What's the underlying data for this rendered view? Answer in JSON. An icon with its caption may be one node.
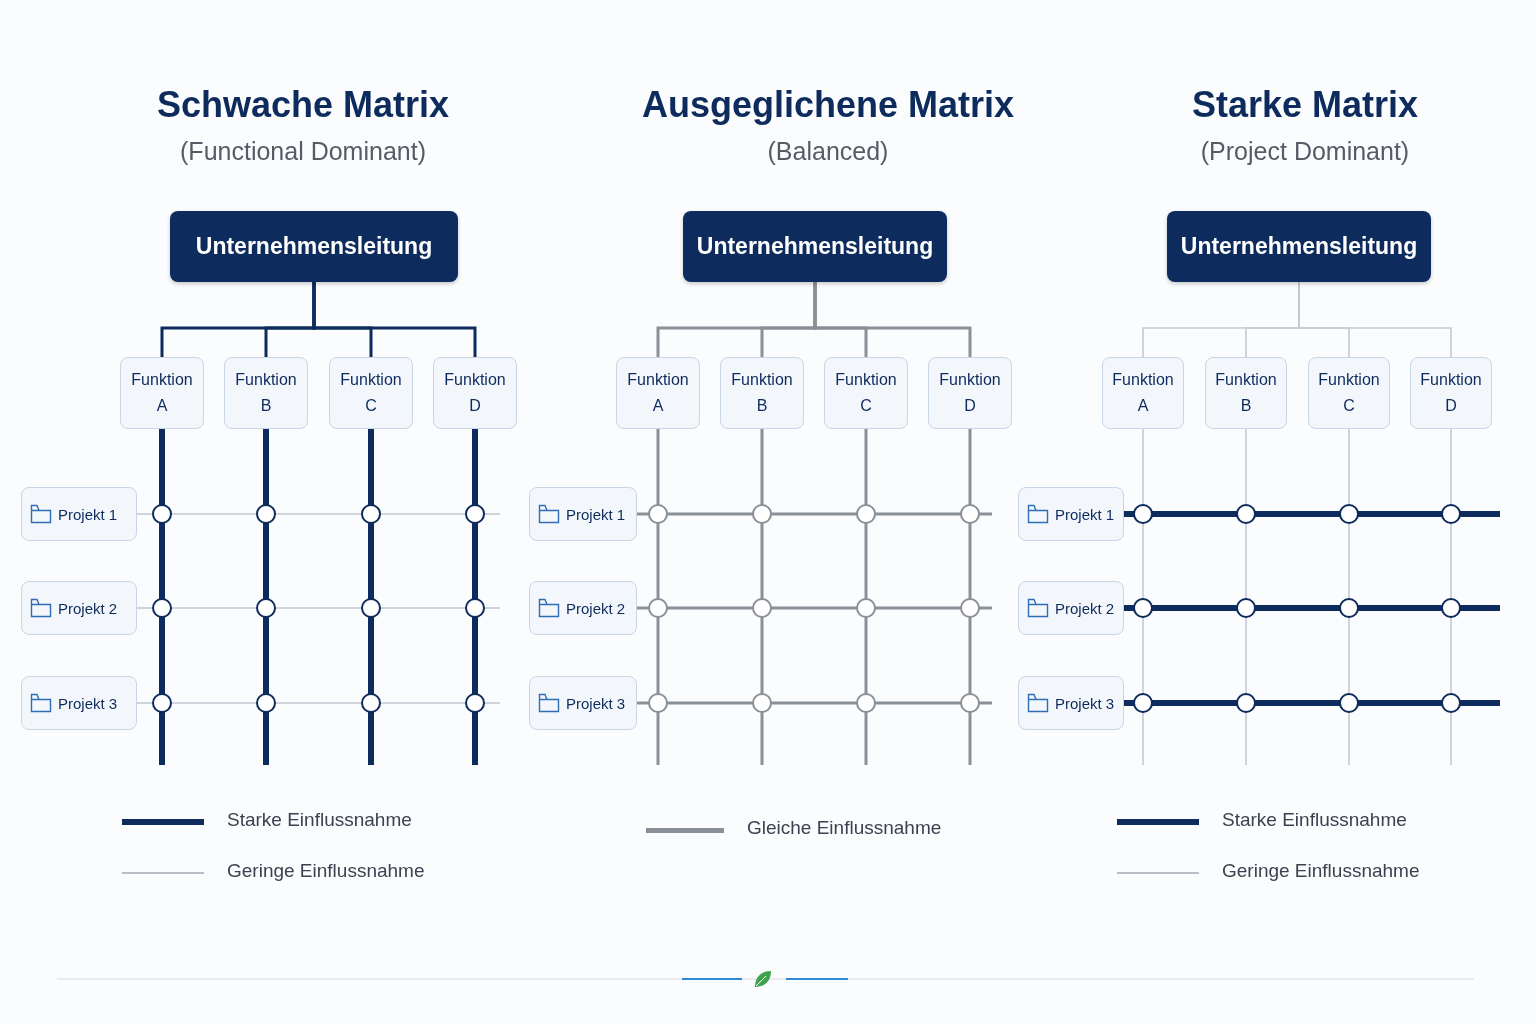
{
  "diagram": {
    "nodes": [
      {
        "text": [
          "Unternehmensleitung"
        ]
      },
      {
        "text": [
          "Funktion A"
        ]
      },
      {
        "text": [
          "Funktion B"
        ]
      },
      {
        "text": [
          "Funktion C"
        ]
      },
      {
        "text": [
          "Funktion D"
        ]
      },
      {
        "text": [
          "Projekt 1"
        ]
      },
      {
        "text": [
          "Projekt 2"
        ]
      },
      {
        "text": [
          "Projekt 3"
        ]
      },
      {
        "text": [],
        "shape": "circle"
      },
      {
        "text": [],
        "shape": "circle"
      },
      {
        "text": [],
        "shape": "circle"
      },
      {
        "text": [],
        "shape": "circle"
      },
      {
        "text": [],
        "shape": "circle"
      },
      {
        "text": [],
        "shape": "circle"
      },
      {
        "text": [],
        "shape": "circle"
      },
      {
        "text": [],
        "shape": "circle"
      },
      {
        "text": [],
        "shape": "circle"
      },
      {
        "text": [],
        "shape": "circle"
      },
      {
        "text": [],
        "shape": "circle"
      },
      {
        "text": [],
        "shape": "circle"
      },
      {
        "text": [
          "Unternehmensleitung"
        ]
      },
      {
        "text": [
          "Funktion A"
        ]
      },
      {
        "text": [
          "Funktion B"
        ]
      },
      {
        "text": [
          "Funktion C"
        ]
      },
      {
        "text": [
          "Funktion D"
        ]
      },
      {
        "text": [
          "Projekt 1"
        ]
      },
      {
        "text": [
          "Projekt 2"
        ]
      },
      {
        "text": [
          "Projekt 3"
        ]
      },
      {
        "text": [],
        "shape": "circle"
      },
      {
        "text": [],
        "shape": "circle"
      },
      {
        "text": [],
        "shape": "circle"
      },
      {
        "text": [],
        "shape": "circle"
      },
      {
        "text": [],
        "shape": "circle"
      },
      {
        "text": [],
        "shape": "circle"
      },
      {
        "text": [],
        "shape": "circle"
      },
      {
        "text": [],
        "shape": "circle"
      },
      {
        "text": [],
        "shape": "circle"
      },
      {
        "text": [],
        "shape": "circle"
      },
      {
        "text": [],
        "shape": "circle"
      },
      {
        "text": [],
        "shape": "circle"
      },
      {
        "text": [
          "Unternehmensleitung"
        ]
      },
      {
        "text": [
          "Funktion A"
        ]
      },
      {
        "text": [
          "Funktion B"
        ]
      },
      {
        "text": [
          "Funktion C"
        ]
      },
      {
        "text": [
          "Funktion D"
        ]
      },
      {
        "text": [
          "Projekt 1"
        ]
      },
      {
        "text": [
          "Projekt 2"
        ]
      },
      {
        "text": [
          "Projekt 3"
        ]
      },
      {
        "text": [],
        "shape": "circle"
      },
      {
        "text": [],
        "shape": "circle"
      },
      {
        "text": [],
        "shape": "circle"
      },
      {
        "text": [],
        "shape": "circle"
      },
      {
        "text": [],
        "shape": "circle"
      },
      {
        "text": [],
        "shape": "circle"
      },
      {
        "text": [],
        "shape": "circle"
      },
      {
        "text": [],
        "shape": "circle"
      },
      {
        "text": [],
        "shape": "circle"
      },
      {
        "text": [],
        "shape": "circle"
      },
      {
        "text": [],
        "shape": "circle"
      },
      {
        "text": [],
        "shape": "circle"
      }
    ],
    "edges": [
      {
        "from": 0,
        "to": 1,
        "arrow": "none",
        "color": "#0d2b5c"
      },
      {
        "from": 0,
        "to": 2,
        "arrow": "none",
        "color": "#0d2b5c"
      },
      {
        "from": 0,
        "to": 3,
        "arrow": "none",
        "color": "#0d2b5c"
      },
      {
        "from": 0,
        "to": 4,
        "arrow": "none",
        "color": "#0d2b5c"
      },
      {
        "from": 1,
        "to": 8,
        "arrow": "none",
        "style": "thick",
        "color": "#0d2b5c"
      },
      {
        "from": 8,
        "to": 12,
        "arrow": "none",
        "style": "thick",
        "color": "#0d2b5c"
      },
      {
        "from": 12,
        "to": 16,
        "arrow": "none",
        "style": "thick",
        "color": "#0d2b5c"
      },
      {
        "from": 16,
        "to": null,
        "arrow": "none",
        "style": "thick",
        "color": "#0d2b5c"
      },
      {
        "from": 2,
        "to": 9,
        "arrow": "none",
        "style": "thick",
        "color": "#0d2b5c"
      },
      {
        "from": 9,
        "to": 13,
        "arrow": "none",
        "style": "thick",
        "color": "#0d2b5c"
      },
      {
        "from": 13,
        "to": 17,
        "arrow": "none",
        "style": "thick",
        "color": "#0d2b5c"
      },
      {
        "from": 17,
        "to": null,
        "arrow": "none",
        "style": "thick",
        "color": "#0d2b5c"
      },
      {
        "from": 3,
        "to": 10,
        "arrow": "none",
        "style": "thick",
        "color": "#0d2b5c"
      },
      {
        "from": 10,
        "to": 14,
        "arrow": "none",
        "style": "thick",
        "color": "#0d2b5c"
      },
      {
        "from": 14,
        "to": 18,
        "arrow": "none",
        "style": "thick",
        "color": "#0d2b5c"
      },
      {
        "from": 18,
        "to": null,
        "arrow": "none",
        "style": "thick",
        "color": "#0d2b5c"
      },
      {
        "from": 4,
        "to": 11,
        "arrow": "none",
        "style": "thick",
        "color": "#0d2b5c"
      },
      {
        "from": 11,
        "to": 15,
        "arrow": "none",
        "style": "thick",
        "color": "#0d2b5c"
      },
      {
        "from": 15,
        "to": 19,
        "arrow": "none",
        "style": "thick",
        "color": "#0d2b5c"
      },
      {
        "from": 19,
        "to": null,
        "arrow": "none",
        "style": "thick",
        "color": "#0d2b5c"
      },
      {
        "from": 5,
        "to": 8,
        "arrow": "none",
        "color": "#c5cad1"
      },
      {
        "from": 8,
        "to": 9,
        "arrow": "none",
        "color": "#c5cad1"
      },
      {
        "from": 9,
        "to": 10,
        "arrow": "none",
        "color": "#c5cad1"
      },
      {
        "from": 10,
        "to": 11,
        "arrow": "none",
        "color": "#c5cad1"
      },
      {
        "from": 11,
        "to": null,
        "arrow": "none",
        "color": "#c5cad1"
      },
      {
        "from": 6,
        "to": 12,
        "arrow": "none",
        "color": "#c5cad1"
      },
      {
        "from": 12,
        "to": 13,
        "arrow": "none",
        "color": "#c5cad1"
      },
      {
        "from": 13,
        "to": 14,
        "arrow": "none",
        "color": "#c5cad1"
      },
      {
        "from": 14,
        "to": 15,
        "arrow": "none",
        "color": "#c5cad1"
      },
      {
        "from": 15,
        "to": null,
        "arrow": "none",
        "color": "#c5cad1"
      },
      {
        "from": 7,
        "to": 16,
        "arrow": "none",
        "color": "#c5cad1"
      },
      {
        "from": 16,
        "to": 17,
        "arrow": "none",
        "color": "#c5cad1"
      },
      {
        "from": 17,
        "to": 18,
        "arrow": "none",
        "color": "#c5cad1"
      },
      {
        "from": 18,
        "to": 19,
        "arrow": "none",
        "color": "#c5cad1"
      },
      {
        "from": 19,
        "to": null,
        "arrow": "none",
        "color": "#c5cad1"
      },
      {
        "from": 20,
        "to": 21,
        "arrow": "none",
        "color": "#8a9098"
      },
      {
        "from": 20,
        "to": 22,
        "arrow": "none",
        "color": "#8a9098"
      },
      {
        "from": 20,
        "to": 23,
        "arrow": "none",
        "color": "#8a9098"
      },
      {
        "from": 20,
        "to": 24,
        "arrow": "none",
        "color": "#8a9098"
      },
      {
        "from": 21,
        "to": 28,
        "arrow": "none",
        "color": "#8a9098"
      },
      {
        "from": 28,
        "to": 32,
        "arrow": "none",
        "color": "#8a9098"
      },
      {
        "from": 32,
        "to": 36,
        "arrow": "none",
        "color": "#8a9098"
      },
      {
        "from": 36,
        "to": null,
        "arrow": "none",
        "color": "#8a9098"
      },
      {
        "from": 22,
        "to": 29,
        "arrow": "none",
        "color": "#8a9098"
      },
      {
        "from": 29,
        "to": 33,
        "arrow": "none",
        "color": "#8a9098"
      },
      {
        "from": 33,
        "to": 37,
        "arrow": "none",
        "color": "#8a9098"
      },
      {
        "from": 37,
        "to": null,
        "arrow": "none",
        "color": "#8a9098"
      },
      {
        "from": 23,
        "to": 30,
        "arrow": "none",
        "color": "#8a9098"
      },
      {
        "from": 30,
        "to": 34,
        "arrow": "none",
        "color": "#8a9098"
      },
      {
        "from": 34,
        "to": 38,
        "arrow": "none",
        "color": "#8a9098"
      },
      {
        "from": 38,
        "to": null,
        "arrow": "none",
        "color": "#8a9098"
      },
      {
        "from": 24,
        "to": 31,
        "arrow": "none",
        "color": "#8a9098"
      },
      {
        "from": 31,
        "to": 35,
        "arrow": "none",
        "color": "#8a9098"
      },
      {
        "from": 35,
        "to": 39,
        "arrow": "none",
        "color": "#8a9098"
      },
      {
        "from": 39,
        "to": null,
        "arrow": "none",
        "color": "#8a9098"
      },
      {
        "from": 25,
        "to": 28,
        "arrow": "none",
        "color": "#8a9098"
      },
      {
        "from": 28,
        "to": 29,
        "arrow": "none",
        "color": "#8a9098"
      },
      {
        "from": 29,
        "to": 30,
        "arrow": "none",
        "color": "#8a9098"
      },
      {
        "from": 30,
        "to": 31,
        "arrow": "none",
        "color": "#8a9098"
      },
      {
        "from": 31,
        "to": null,
        "arrow": "none",
        "color": "#8a9098"
      },
      {
        "from": 26,
        "to": 32,
        "arrow": "none",
        "color": "#8a9098"
      },
      {
        "from": 32,
        "to": 33,
        "arrow": "none",
        "color": "#8a9098"
      },
      {
        "from": 33,
        "to": 34,
        "arrow": "none",
        "color": "#8a9098"
      },
      {
        "from": 34,
        "to": 35,
        "arrow": "none",
        "color": "#8a9098"
      },
      {
        "from": 35,
        "to": null,
        "arrow": "none",
        "color": "#8a9098"
      },
      {
        "from": 27,
        "to": 36,
        "arrow": "none",
        "color": "#8a9098"
      },
      {
        "from": 36,
        "to": 37,
        "arrow": "none",
        "color": "#8a9098"
      },
      {
        "from": 37,
        "to": 38,
        "arrow": "none",
        "color": "#8a9098"
      },
      {
        "from": 38,
        "to": 39,
        "arrow": "none",
        "color": "#8a9098"
      },
      {
        "from": 39,
        "to": null,
        "arrow": "none",
        "color": "#8a9098"
      },
      {
        "from": 40,
        "to": 41,
        "arrow": "none",
        "color": "#c5cad1"
      },
      {
        "from": 40,
        "to": 42,
        "arrow": "none",
        "color": "#c5cad1"
      },
      {
        "from": 40,
        "to": 43,
        "arrow": "none",
        "color": "#c5cad1"
      },
      {
        "from": 40,
        "to": 44,
        "arrow": "none",
        "color": "#c5cad1"
      },
      {
        "from": 41,
        "to": 48,
        "arrow": "none",
        "color": "#c5cad1"
      },
      {
        "from": 48,
        "to": 52,
        "arrow": "none",
        "color": "#c5cad1"
      },
      {
        "from": 52,
        "to": 56,
        "arrow": "none",
        "color": "#c5cad1"
      },
      {
        "from": 56,
        "to": null,
        "arrow": "none",
        "color": "#c5cad1"
      },
      {
        "from": 42,
        "to": 49,
        "arrow": "none",
        "color": "#c5cad1"
      },
      {
        "from": 49,
        "to": 53,
        "arrow": "none",
        "color": "#c5cad1"
      },
      {
        "from": 53,
        "to": 57,
        "arrow": "none",
        "color": "#c5cad1"
      },
      {
        "from": 57,
        "to": null,
        "arrow": "none",
        "color": "#c5cad1"
      },
      {
        "from": 43,
        "to": 50,
        "arrow": "none",
        "color": "#c5cad1"
      },
      {
        "from": 50,
        "to": 54,
        "arrow": "none",
        "color": "#c5cad1"
      },
      {
        "from": 54,
        "to": 58,
        "arrow": "none",
        "color": "#c5cad1"
      },
      {
        "from": 58,
        "to": null,
        "arrow": "none",
        "color": "#c5cad1"
      },
      {
        "from": 44,
        "to": 51,
        "arrow": "none",
        "color": "#c5cad1"
      },
      {
        "from": 51,
        "to": 55,
        "arrow": "none",
        "color": "#c5cad1"
      },
      {
        "from": 55,
        "to": 59,
        "arrow": "none",
        "color": "#c5cad1"
      },
      {
        "from": 59,
        "to": null,
        "arrow": "none",
        "color": "#c5cad1"
      },
      {
        "from": 45,
        "to": 48,
        "arrow": "none",
        "style": "thick",
        "color": "#0d2b5c"
      },
      {
        "from": 48,
        "to": 49,
        "arrow": "none",
        "style": "thick",
        "color": "#0d2b5c"
      },
      {
        "from": 49,
        "to": 50,
        "arrow": "none",
        "style": "thick",
        "color": "#0d2b5c"
      },
      {
        "from": 50,
        "to": 51,
        "arrow": "none",
        "style": "thick",
        "color": "#0d2b5c"
      },
      {
        "from": 51,
        "to": null,
        "arrow": "none",
        "style": "thick",
        "color": "#0d2b5c"
      },
      {
        "from": 46,
        "to": 52,
        "arrow": "none",
        "style": "thick",
        "color": "#0d2b5c"
      },
      {
        "from": 52,
        "to": 53,
        "arrow": "none",
        "style": "thick",
        "color": "#0d2b5c"
      },
      {
        "from": 53,
        "to": 54,
        "arrow": "none",
        "style": "thick",
        "color": "#0d2b5c"
      },
      {
        "from": 54,
        "to": 55,
        "arrow": "none",
        "style": "thick",
        "color": "#0d2b5c"
      },
      {
        "from": 55,
        "to": null,
        "arrow": "none",
        "style": "thick",
        "color": "#0d2b5c"
      },
      {
        "from": 47,
        "to": 56,
        "arrow": "none",
        "style": "thick",
        "color": "#0d2b5c"
      },
      {
        "from": 56,
        "to": 57,
        "arrow": "none",
        "style": "thick",
        "color": "#0d2b5c"
      },
      {
        "from": 57,
        "to": 58,
        "arrow": "none",
        "style": "thick",
        "color": "#0d2b5c"
      },
      {
        "from": 58,
        "to": 59,
        "arrow": "none",
        "style": "thick",
        "color": "#0d2b5c"
      },
      {
        "from": 59,
        "to": null,
        "arrow": "none",
        "style": "thick",
        "color": "#0d2b5c"
      }
    ],
    "labels": [
      "Schwache Matrix",
      "(Functional Dominant)",
      "Ausgeglichene Matrix",
      "(Balanced)",
      "Starke Matrix",
      "(Project Dominant)"
    ],
    "legend": [
      {
        "text": "Starke Einflussnahme"
      },
      {
        "text": "Geringe Einflussnahme"
      },
      {
        "text": "Gleiche Einflussnahme"
      },
      {
        "text": "Starke Einflussnahme"
      },
      {
        "text": "Geringe Einflussnahme"
      }
    ]
  }
}
